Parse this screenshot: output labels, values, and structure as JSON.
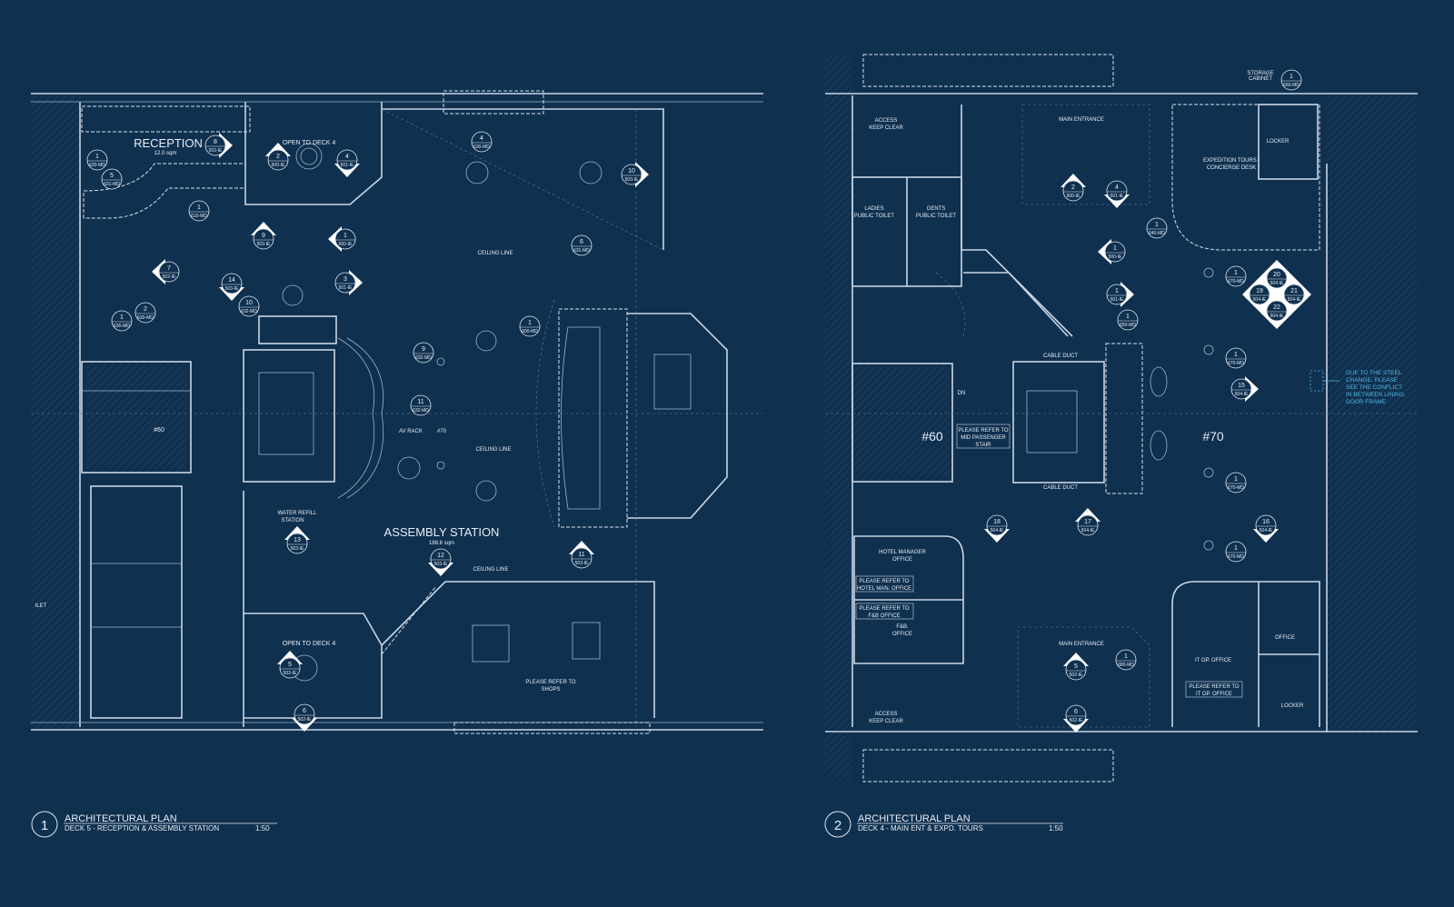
{
  "colors": {
    "background": "#10304f",
    "linework": "#c9d6e4",
    "note": "#4fb6e0"
  },
  "plan1": {
    "title_block": {
      "number": "1",
      "title": "ARCHITECTURAL PLAN",
      "subtitle": "DECK 5 - RECEPTION & ASSEMBLY STATION",
      "scale": "1:50"
    },
    "labels": {
      "reception": "RECEPTION",
      "reception_area": "12.0  sqm",
      "open_deck4_top": "OPEN TO DECK 4",
      "ceiling_line_1": "CEILING LINE",
      "av_rack": "AV RACK",
      "grid_70": "#70",
      "ceiling_line_2": "CEILING LINE",
      "water_refill_1": "WATER REFILL",
      "water_refill_2": "STATION",
      "assembly": "ASSEMBLY STATION",
      "assembly_area": "188.6 sqm",
      "ceiling_line_3": "CEILING LINE",
      "open_deck4_bottom": "OPEN TO DECK 4",
      "shops_1": "PLEASE REFER TO",
      "shops_2": "SHOPS",
      "grid_60": "#60",
      "toilet": "ILET"
    },
    "markers": [
      {
        "num": "8",
        "ref": "502-IE"
      },
      {
        "num": "1",
        "ref": "620-MD"
      },
      {
        "num": "5",
        "ref": "631-MD"
      },
      {
        "num": "1",
        "ref": "610-MD"
      },
      {
        "num": "2",
        "ref": "500-IE"
      },
      {
        "num": "4",
        "ref": "501-IE"
      },
      {
        "num": "4",
        "ref": "630-MD"
      },
      {
        "num": "10",
        "ref": "503-IE"
      },
      {
        "num": "9",
        "ref": "503-IE"
      },
      {
        "num": "1",
        "ref": "500-IE"
      },
      {
        "num": "6",
        "ref": "631-MD"
      },
      {
        "num": "7",
        "ref": "502-IE"
      },
      {
        "num": "14",
        "ref": "503-IE"
      },
      {
        "num": "3",
        "ref": "501-IE"
      },
      {
        "num": "10",
        "ref": "632-MD"
      },
      {
        "num": "1",
        "ref": "630-MD"
      },
      {
        "num": "2",
        "ref": "630-MD"
      },
      {
        "num": "1",
        "ref": "600-MD"
      },
      {
        "num": "9",
        "ref": "632-MD"
      },
      {
        "num": "11",
        "ref": "632-MD"
      },
      {
        "num": "13",
        "ref": "503-IE"
      },
      {
        "num": "12",
        "ref": "503-IE"
      },
      {
        "num": "11",
        "ref": "503-IE"
      },
      {
        "num": "5",
        "ref": "502-IE"
      },
      {
        "num": "6",
        "ref": "502-IE"
      }
    ]
  },
  "plan2": {
    "title_block": {
      "number": "2",
      "title": "ARCHITECTURAL PLAN",
      "subtitle": "DECK 4 - MAIN ENT & EXPD. TOURS",
      "scale": "1:50"
    },
    "labels": {
      "access_top_1": "ACCESS",
      "access_top_2": "KEEP CLEAR",
      "main_entrance_top": "MAIN ENTRANCE",
      "locker_top": "LOCKER",
      "expedition_1": "EXPEDITION TOURS /",
      "expedition_2": "CONCIERGE DESK",
      "storage_1": "STORAGE",
      "storage_2": "CABINET",
      "ladies_1": "LADIES",
      "ladies_2": "PUBLIC TOILET",
      "gents_1": "GENTS",
      "gents_2": "PUBLIC TOILET",
      "cable_duct_1": "CABLE DUCT",
      "cable_duct_2": "CABLE DUCT",
      "dn": "DN",
      "grid_60": "#60",
      "stair_1": "PLEASE REFER TO",
      "stair_2": "MID PASSENGER",
      "stair_3": "STAIR",
      "grid_70": "#70",
      "note": [
        "DUE TO THE STEEL",
        "CHANGE, PLEASE",
        "SEE THE CONFLICT",
        "IN BETWEEN LINING,",
        "DOOR FRAME"
      ],
      "hotel_mgr_1": "HOTEL MANAGER",
      "hotel_mgr_2": "OFFICE",
      "hotel_ref_1": "PLEASE REFER TO",
      "hotel_ref_2": "HOTEL MAN. OFFICE",
      "fb_ref_1": "PLEASE REFER TO",
      "fb_ref_2": "F&B OFFICE",
      "fb_1": "F&B.",
      "fb_2": "OFFICE",
      "main_entrance_bottom": "MAIN ENTRANCE",
      "it_office": "IT OP. OFFICE",
      "it_ref_1": "PLEASE REFER TO",
      "it_ref_2": "IT OP. OFFICE",
      "office": "OFFICE",
      "locker_bottom": "LOCKER",
      "access_bottom_1": "ACCESS",
      "access_bottom_2": "KEEP CLEAR"
    },
    "markers": [
      {
        "num": "1",
        "ref": "660-MD"
      },
      {
        "num": "2",
        "ref": "500-IE"
      },
      {
        "num": "4",
        "ref": "501-IE"
      },
      {
        "num": "1",
        "ref": "640-MD"
      },
      {
        "num": "1",
        "ref": "500-IE"
      },
      {
        "num": "1",
        "ref": "501-IE"
      },
      {
        "num": "1",
        "ref": "650-MD"
      },
      {
        "num": "1",
        "ref": "670-MD"
      },
      {
        "num": "20",
        "ref": "504-IE"
      },
      {
        "num": "19",
        "ref": "504-IE"
      },
      {
        "num": "21",
        "ref": "504-IE"
      },
      {
        "num": "22",
        "ref": "504-IE"
      },
      {
        "num": "1",
        "ref": "670-MD"
      },
      {
        "num": "15",
        "ref": "504-IE"
      },
      {
        "num": "1",
        "ref": "670-MD"
      },
      {
        "num": "18",
        "ref": "504-IE"
      },
      {
        "num": "17",
        "ref": "504-IE"
      },
      {
        "num": "16",
        "ref": "504-IE"
      },
      {
        "num": "1",
        "ref": "670-MD"
      },
      {
        "num": "1",
        "ref": "680-MD"
      },
      {
        "num": "5",
        "ref": "502-IE"
      },
      {
        "num": "6",
        "ref": "502-IE"
      }
    ]
  }
}
